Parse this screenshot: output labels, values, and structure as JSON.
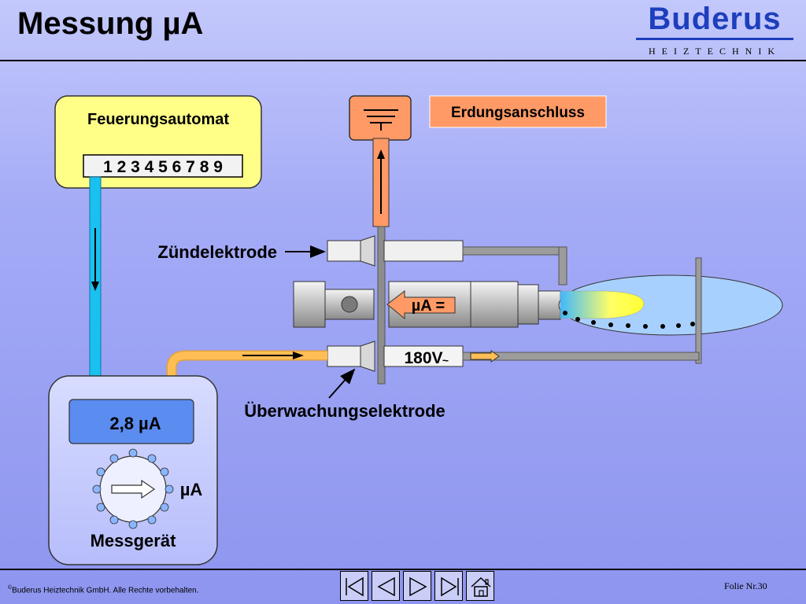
{
  "slide": {
    "title": "Messung µA",
    "copyright_symbol": "©",
    "copyright": "Buderus Heiztechnik GmbH. Alle Rechte vorbehalten.",
    "slide_number": "Folie Nr.30"
  },
  "logo": {
    "name": "Buderus",
    "subtitle": "HEIZTECHNIK",
    "color": "#1d3fbd"
  },
  "diagram": {
    "controller_label": "Feuerungsautomat",
    "terminal_strip": "1 2 3 4 5 6 7 8 9",
    "earth_label": "Erdungsanschluss",
    "ignition_label": "Zündelektrode",
    "monitoring_label": "Überwachungselektrode",
    "current_dc_label": "µA =",
    "voltage_label": "180V",
    "voltage_symbol": "~",
    "meter_reading": "2,8 µA",
    "meter_unit": "µA",
    "meter_label": "Messgerät",
    "colors": {
      "controller_box": "#ffff88",
      "earth_box": "#ff9a66",
      "cable_blue": "#19c1f0",
      "cable_orange": "#ffbe55",
      "display": "#5b8cf0",
      "flame": "#a8d0ff"
    }
  },
  "nav": {
    "buttons": [
      "first-icon",
      "previous-icon",
      "next-icon",
      "last-icon",
      "home-icon"
    ]
  }
}
